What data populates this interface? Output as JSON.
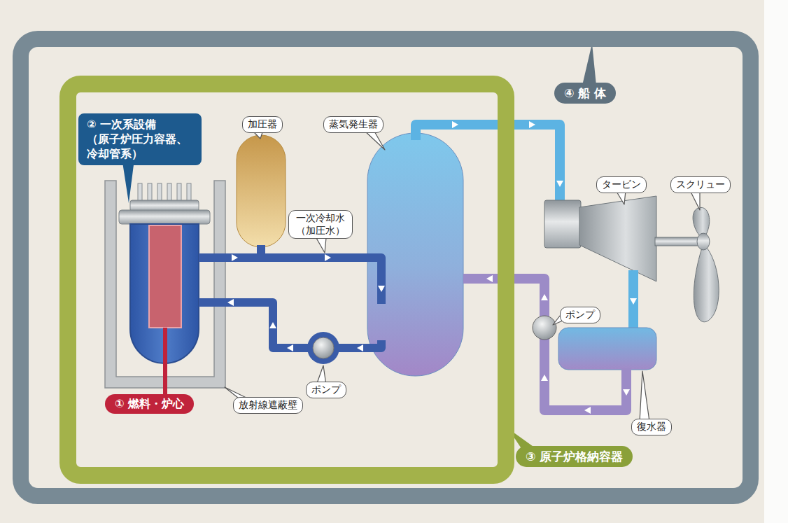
{
  "diagram": {
    "nodes": [
      {
        "text": [
          "④ 船 体"
        ]
      },
      {
        "text": [
          "③ 原子炉格納容器"
        ],
        "in": 0
      }
    ],
    "labels": [
      "② 一次系設備 （原子炉圧力容器、 冷却管系）",
      "加圧器",
      "蒸気発生器",
      "タービン",
      "スクリュー",
      "一次冷却水 （加圧水）",
      "ポンプ",
      "ポンプ",
      "① 燃料・炉心",
      "放射線遮蔽壁",
      "復水器"
    ]
  }
}
